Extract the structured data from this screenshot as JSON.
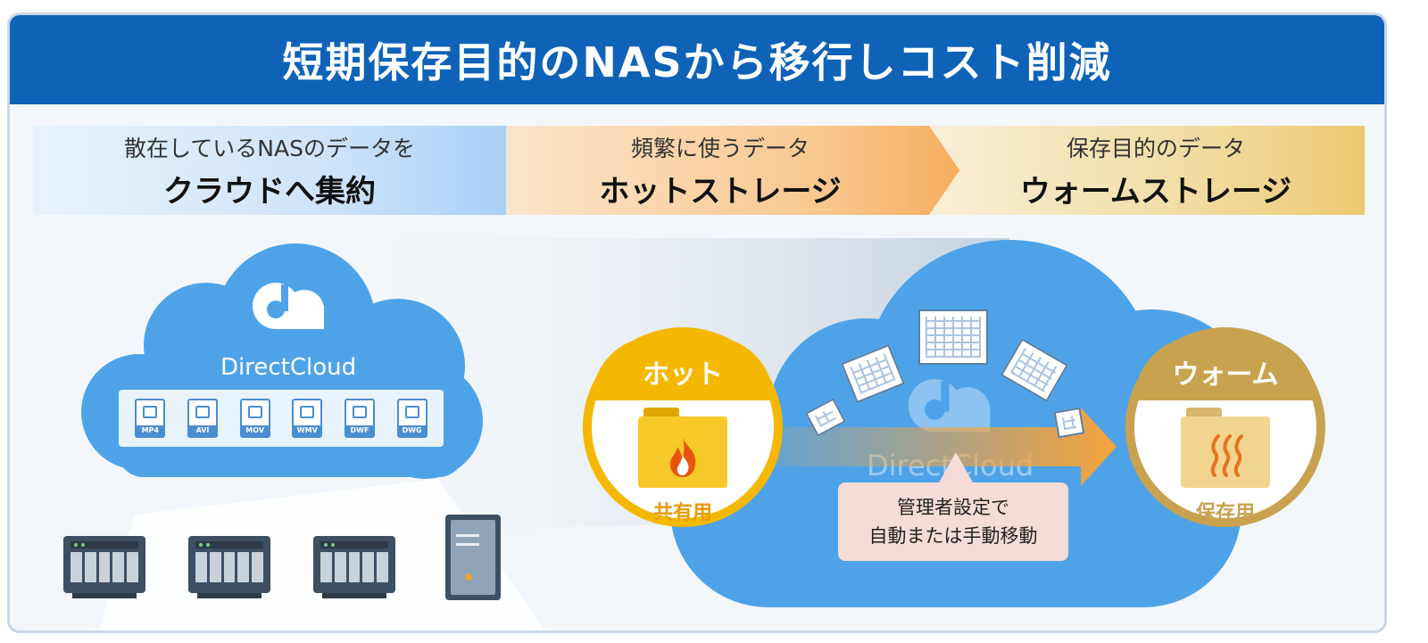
{
  "title": "短期保存目的のNASから移行しコスト削減",
  "banner": {
    "left": {
      "sub": "散在しているNASのデータを",
      "main": "クラウドへ集約"
    },
    "mid": {
      "sub": "頻繁に使うデータ",
      "main": "ホットストレージ"
    },
    "right": {
      "sub": "保存目的のデータ",
      "main": "ウォームストレージ"
    }
  },
  "left_cloud": {
    "brand": "DirectCloud",
    "file_types": [
      "MP4",
      "AVI",
      "MOV",
      "WMV",
      "DWF",
      "DWG"
    ]
  },
  "right_cloud": {
    "brand": "DirectCloud"
  },
  "hot": {
    "label": "ホット",
    "sub": "共有用",
    "icon": "fire-icon"
  },
  "warm": {
    "label": "ウォーム",
    "sub": "保存用",
    "icon": "steam-icon"
  },
  "callout": {
    "line1": "管理者設定で",
    "line2": "自動または手動移動"
  },
  "colors": {
    "header": "#0e63b8",
    "cloud": "#4ea3e8",
    "hot": "#f5b800",
    "warm": "#c9a24f",
    "arrow": "#f6a23a"
  }
}
